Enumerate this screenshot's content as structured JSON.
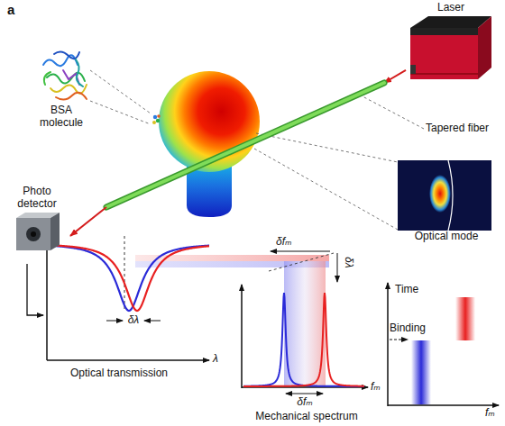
{
  "diagram": {
    "nodes": [
      {
        "text": [
          "Laser"
        ]
      },
      {
        "text": [
          "Optical mode"
        ]
      },
      {
        "text": [
          "Photo detector"
        ]
      }
    ],
    "edges": [
      {
        "from": 0,
        "to": 2,
        "arrow": "to"
      }
    ],
    "labels": [
      "a",
      "BSA molecule",
      "Tapered fiber",
      "δλ",
      "λ",
      "Optical transmission",
      "δfₘ",
      "δλ",
      "δfₘ",
      "fₘ",
      "Mechanical spectrum",
      "Time",
      "Binding",
      "fₘ"
    ]
  }
}
